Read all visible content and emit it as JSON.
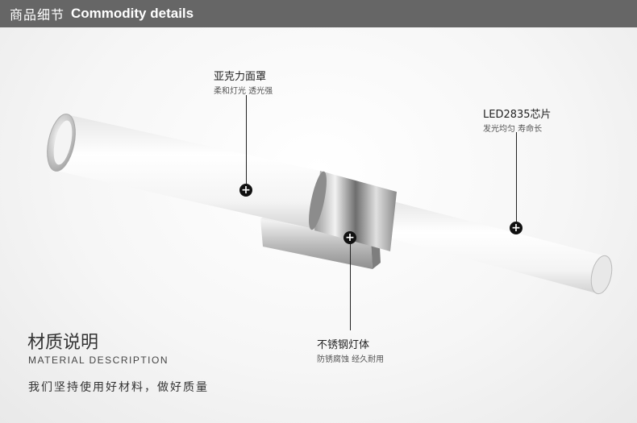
{
  "header": {
    "title_cn": "商品细节",
    "title_en": "Commodity details",
    "bg_color": "#666666"
  },
  "callouts": {
    "acrylic": {
      "title": "亚克力面罩",
      "subtitle": "柔和灯光 透光强"
    },
    "led": {
      "title": "LED2835芯片",
      "subtitle": "发光均匀 寿命长"
    },
    "steel": {
      "title": "不锈钢灯体",
      "subtitle": "防锈腐蚀 经久耐用"
    }
  },
  "material": {
    "title": "材质说明",
    "subtitle": "MATERIAL DESCRIPTION",
    "description": "我们坚持使用好材料，做好质量"
  },
  "icons": {
    "marker": "plus-icon"
  }
}
